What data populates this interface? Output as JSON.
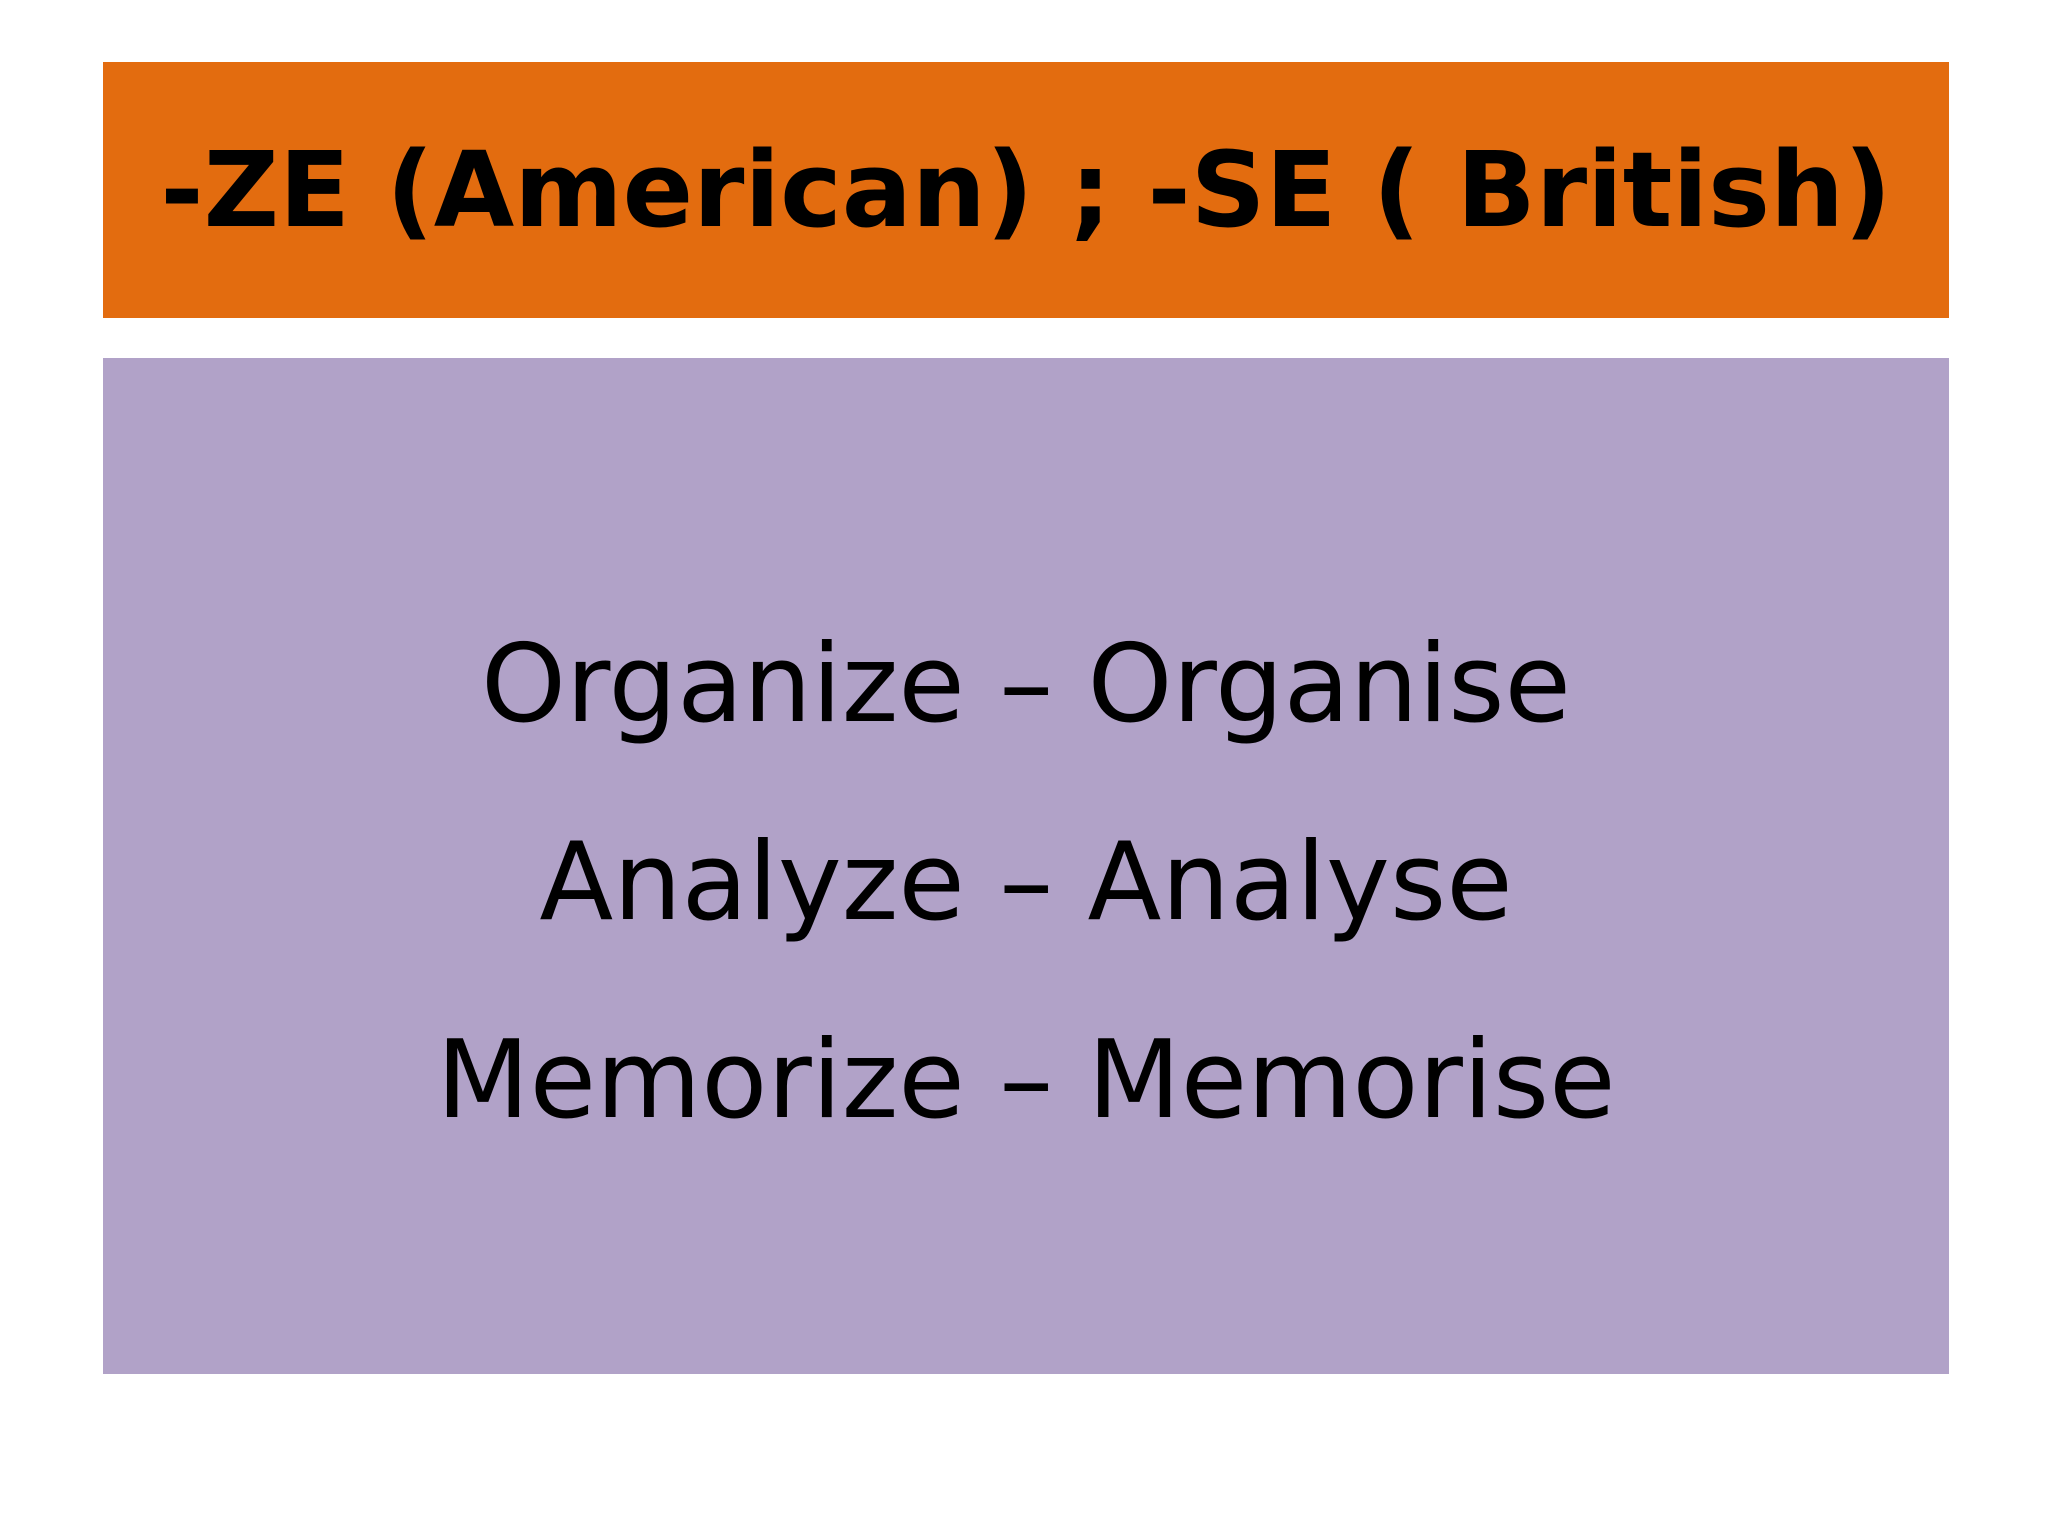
{
  "slide": {
    "title": "-ZE (American) ; -SE ( British)",
    "lines": [
      "Organize – Organise",
      "Analyze – Analyse",
      "Memorize – Memorise"
    ]
  },
  "colors": {
    "title_bar": "#E36C0F",
    "content_box": "#B1A2C8",
    "background": "#FFFFFF",
    "text": "#000000"
  }
}
